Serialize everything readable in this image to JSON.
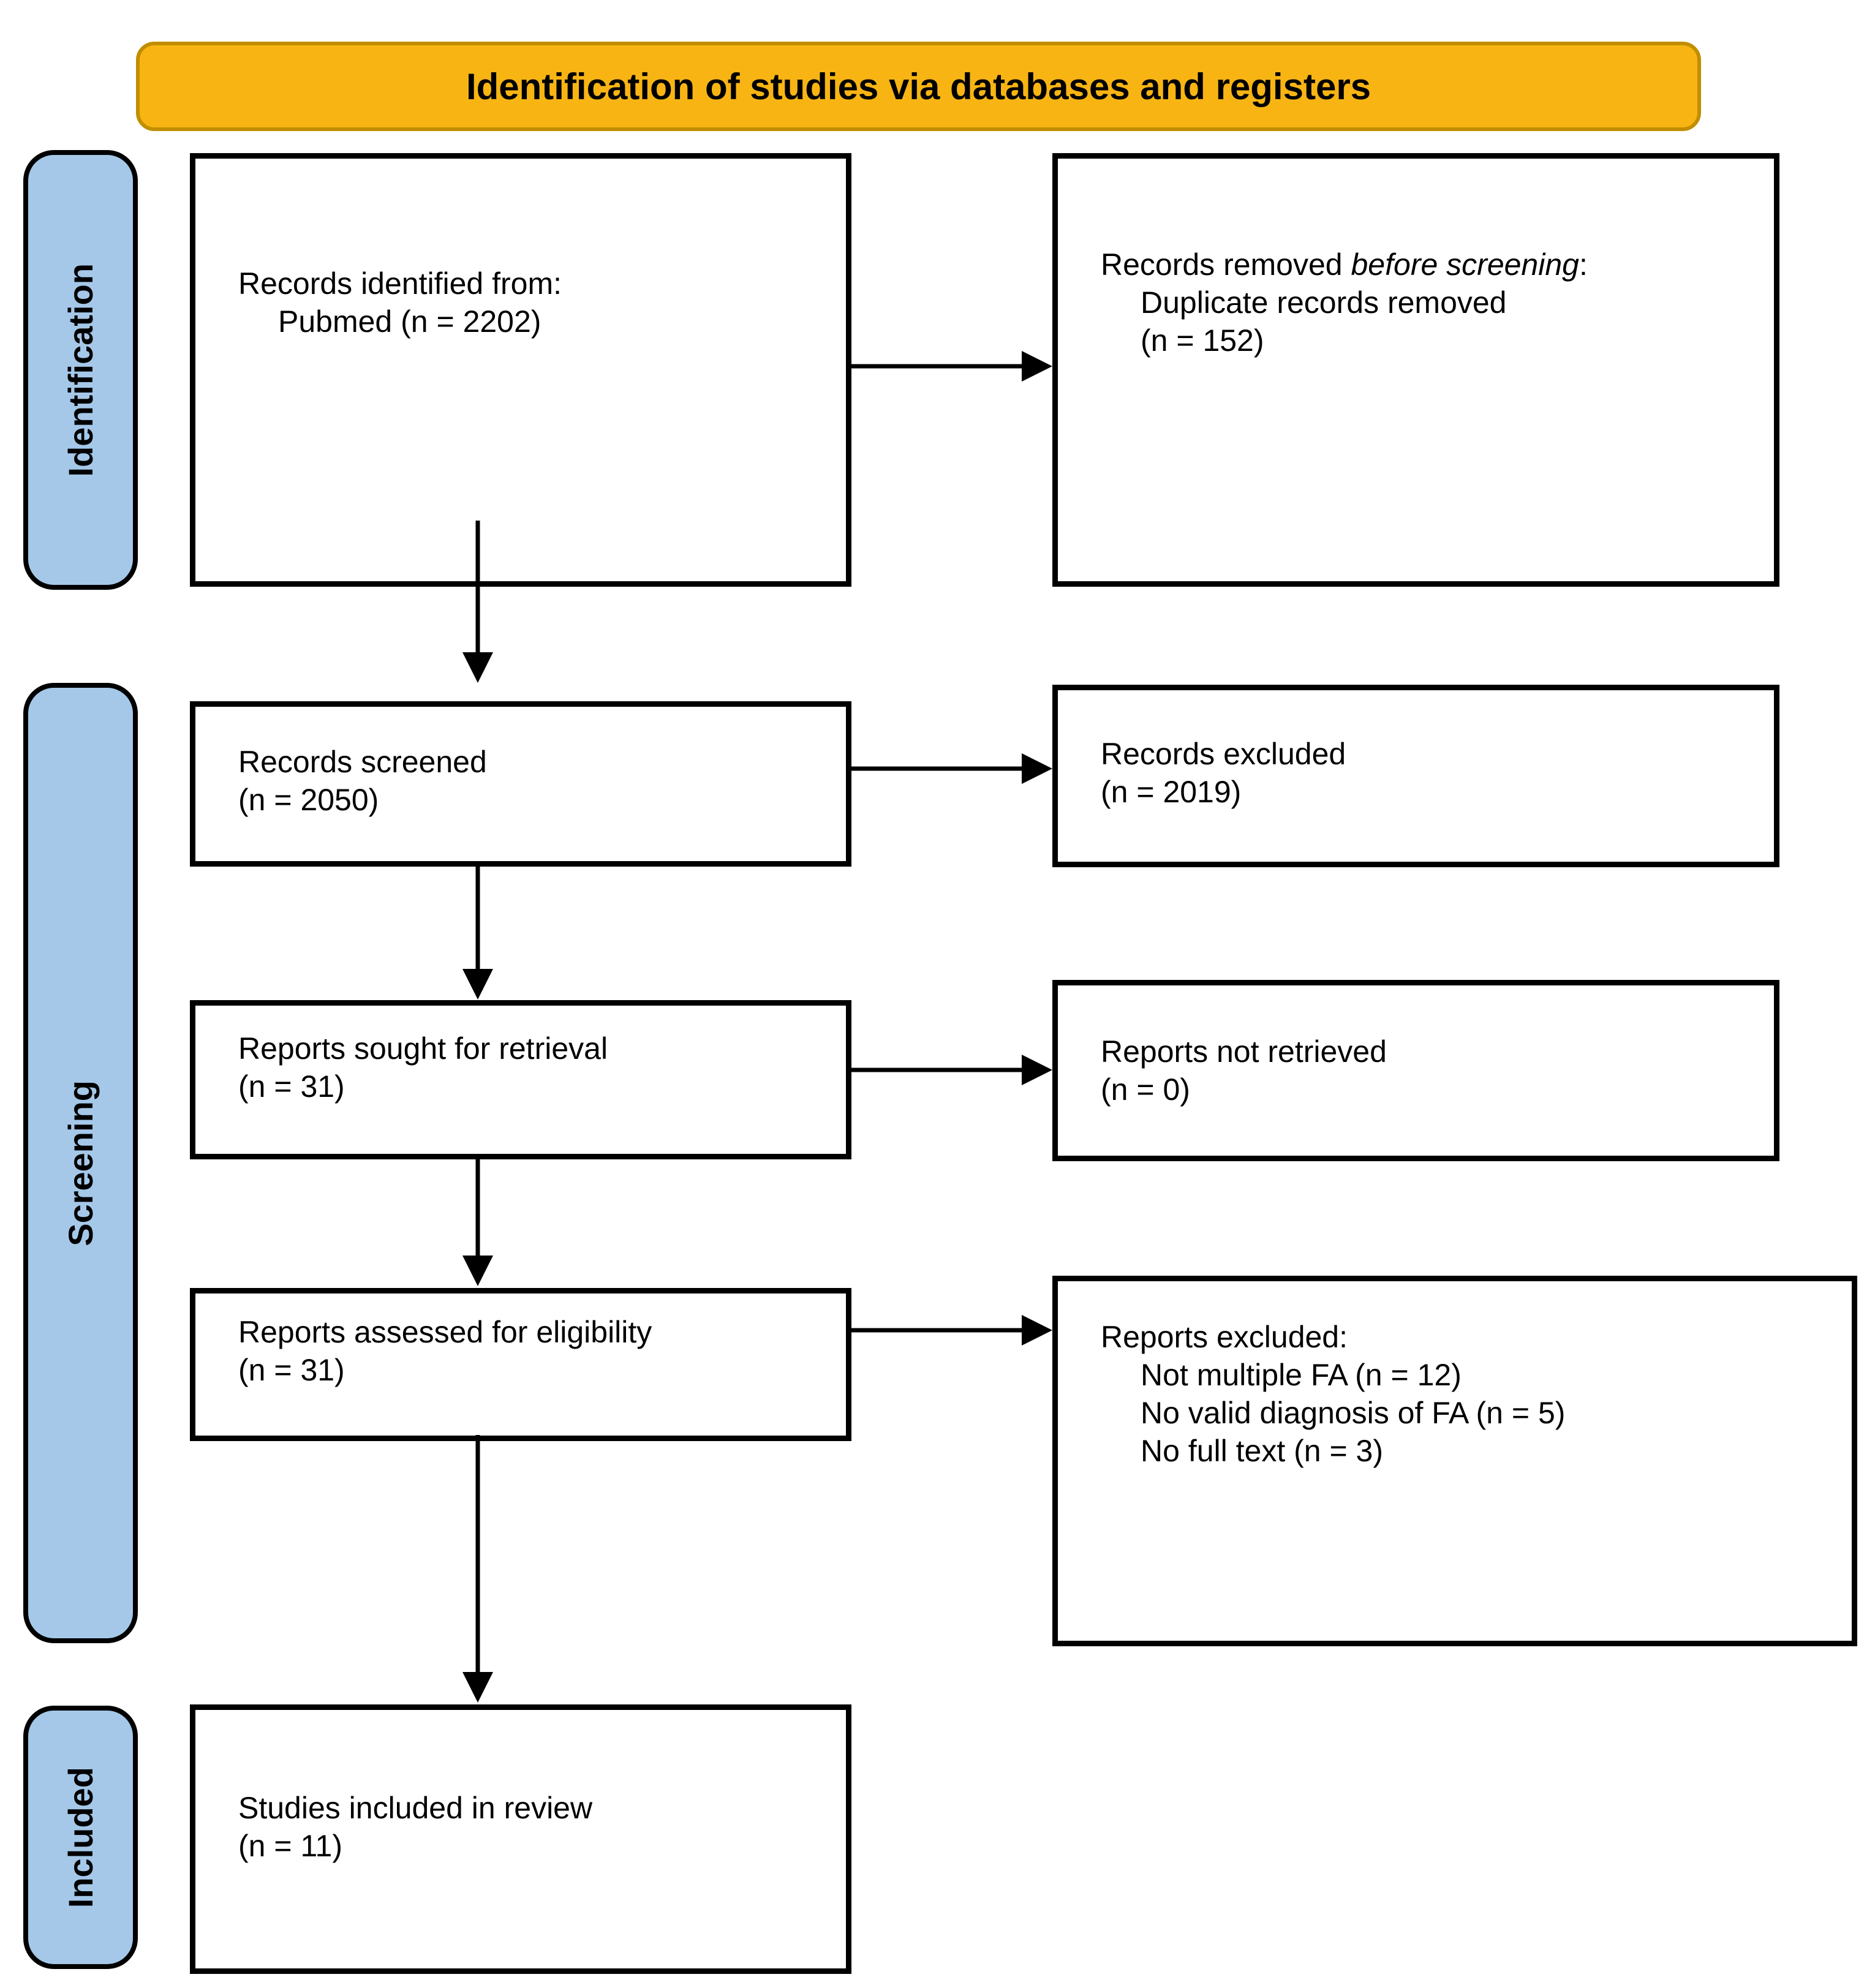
{
  "title": "Identification of studies via databases and registers",
  "colors": {
    "banner_bg": "#F7B413",
    "banner_border": "#C18E00",
    "stage_bg": "#A5C8E9",
    "line": "#000000"
  },
  "stages": [
    {
      "label": "Identification"
    },
    {
      "label": "Screening"
    },
    {
      "label": "Included"
    }
  ],
  "boxes": {
    "records_identified": {
      "line1": "Records identified from:",
      "line2": "Pubmed (n = 2202)"
    },
    "records_removed": {
      "line1_prefix": "Records removed ",
      "line1_italic": "before screening",
      "line1_suffix": ":",
      "line2": "Duplicate records removed",
      "line3": "(n = 152)"
    },
    "records_screened": {
      "line1": "Records screened",
      "line2": "(n = 2050)"
    },
    "records_excluded": {
      "line1": "Records excluded",
      "line2": "(n = 2019)"
    },
    "reports_sought": {
      "line1": "Reports sought for retrieval",
      "line2": "(n = 31)"
    },
    "reports_not_retrieved": {
      "line1": "Reports not retrieved",
      "line2": "(n = 0)"
    },
    "reports_assessed": {
      "line1": "Reports assessed for eligibility",
      "line2": "(n = 31)"
    },
    "reports_excluded": {
      "line1": "Reports excluded:",
      "reasons": [
        "Not multiple FA (n = 12)",
        "No valid diagnosis of FA (n = 5)",
        "No full text (n = 3)"
      ]
    },
    "studies_included": {
      "line1": "Studies included in review",
      "line2": "(n = 11)"
    }
  }
}
